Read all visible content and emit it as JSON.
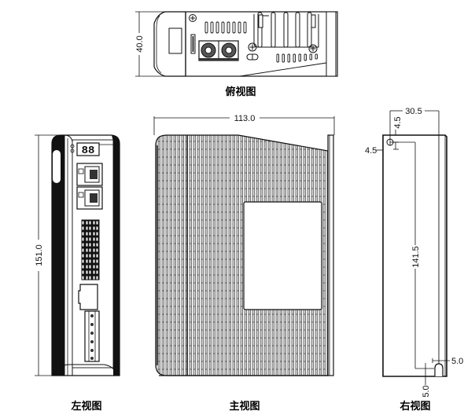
{
  "drawing": {
    "type": "servo drive outline dimension drawing",
    "units": "mm",
    "views": {
      "top": {
        "caption": "俯视图",
        "dimensions": {
          "depth": "40.0"
        }
      },
      "left": {
        "caption": "左视图",
        "dimensions": {
          "height": "151.0"
        }
      },
      "front": {
        "caption": "主视图",
        "dimensions": {
          "width": "113.0"
        }
      },
      "right": {
        "caption": "右视图",
        "dimensions": {
          "hole_spacing_horizontal": "30.5",
          "hole_offset_top": "4.5",
          "hole_offset_left": "4.5",
          "hole_spacing_vertical": "141.5",
          "slot_offset_right": "5.0",
          "slot_offset_bottom": "5.0"
        }
      }
    },
    "left_view_features": {
      "display_digits": "88",
      "connectors": [
        "display",
        "RJ45 port",
        "RJ45 port",
        "I/O terminal block",
        "power connector",
        "motor terminal block"
      ]
    },
    "colors": {
      "line": "#111111",
      "background": "#ffffff",
      "fin_fill": "#d8d8d8"
    }
  }
}
